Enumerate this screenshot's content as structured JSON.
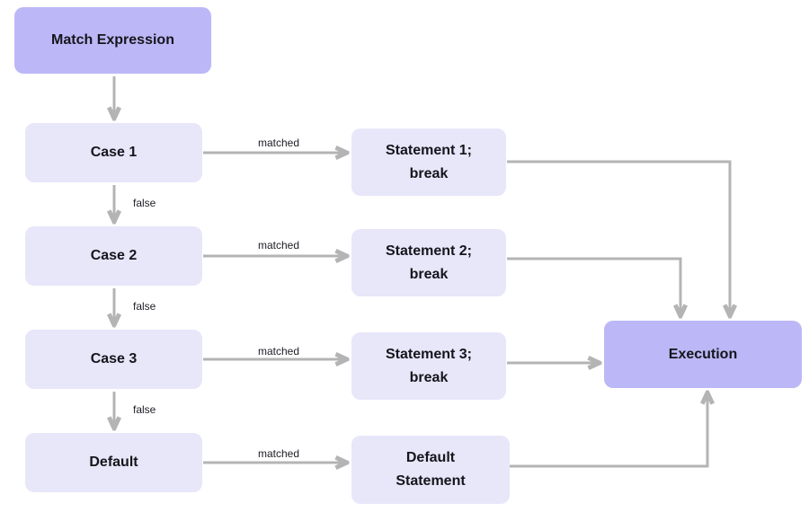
{
  "diagram": {
    "type": "flowchart",
    "orientation": "left-to-right with vertical case chain",
    "colors": {
      "node_primary_fill": "#bcb8f7",
      "node_light_fill": "#e8e6f9",
      "edge_stroke": "#b4b4b4",
      "node_text": "#15151c",
      "edge_label_text": "#1d1d26",
      "background": "#ffffff"
    },
    "nodes": {
      "match_expression": {
        "label": "Match Expression",
        "variant": "primary"
      },
      "case1": {
        "label": "Case 1",
        "variant": "light"
      },
      "case2": {
        "label": "Case 2",
        "variant": "light"
      },
      "case3": {
        "label": "Case 3",
        "variant": "light"
      },
      "default_case": {
        "label": "Default",
        "variant": "light"
      },
      "statement1": {
        "label": "Statement 1;\nbreak",
        "variant": "light"
      },
      "statement2": {
        "label": "Statement 2;\nbreak",
        "variant": "light"
      },
      "statement3": {
        "label": "Statement 3;\nbreak",
        "variant": "light"
      },
      "default_statement": {
        "label": "Default\nStatement",
        "variant": "light"
      },
      "execution": {
        "label": "Execution",
        "variant": "primary"
      }
    },
    "edges": [
      {
        "from": "Match Expression",
        "to": "Case 1",
        "label": ""
      },
      {
        "from": "Case 1",
        "to": "Statement 1; break",
        "label": "matched"
      },
      {
        "from": "Case 1",
        "to": "Case 2",
        "label": "false"
      },
      {
        "from": "Case 2",
        "to": "Statement 2; break",
        "label": "matched"
      },
      {
        "from": "Case 2",
        "to": "Case 3",
        "label": "false"
      },
      {
        "from": "Case 3",
        "to": "Statement 3; break",
        "label": "matched"
      },
      {
        "from": "Case 3",
        "to": "Default",
        "label": "false"
      },
      {
        "from": "Default",
        "to": "Default Statement",
        "label": "matched"
      },
      {
        "from": "Statement 1; break",
        "to": "Execution",
        "label": ""
      },
      {
        "from": "Statement 2; break",
        "to": "Execution",
        "label": ""
      },
      {
        "from": "Statement 3; break",
        "to": "Execution",
        "label": ""
      },
      {
        "from": "Default Statement",
        "to": "Execution",
        "label": ""
      }
    ]
  }
}
